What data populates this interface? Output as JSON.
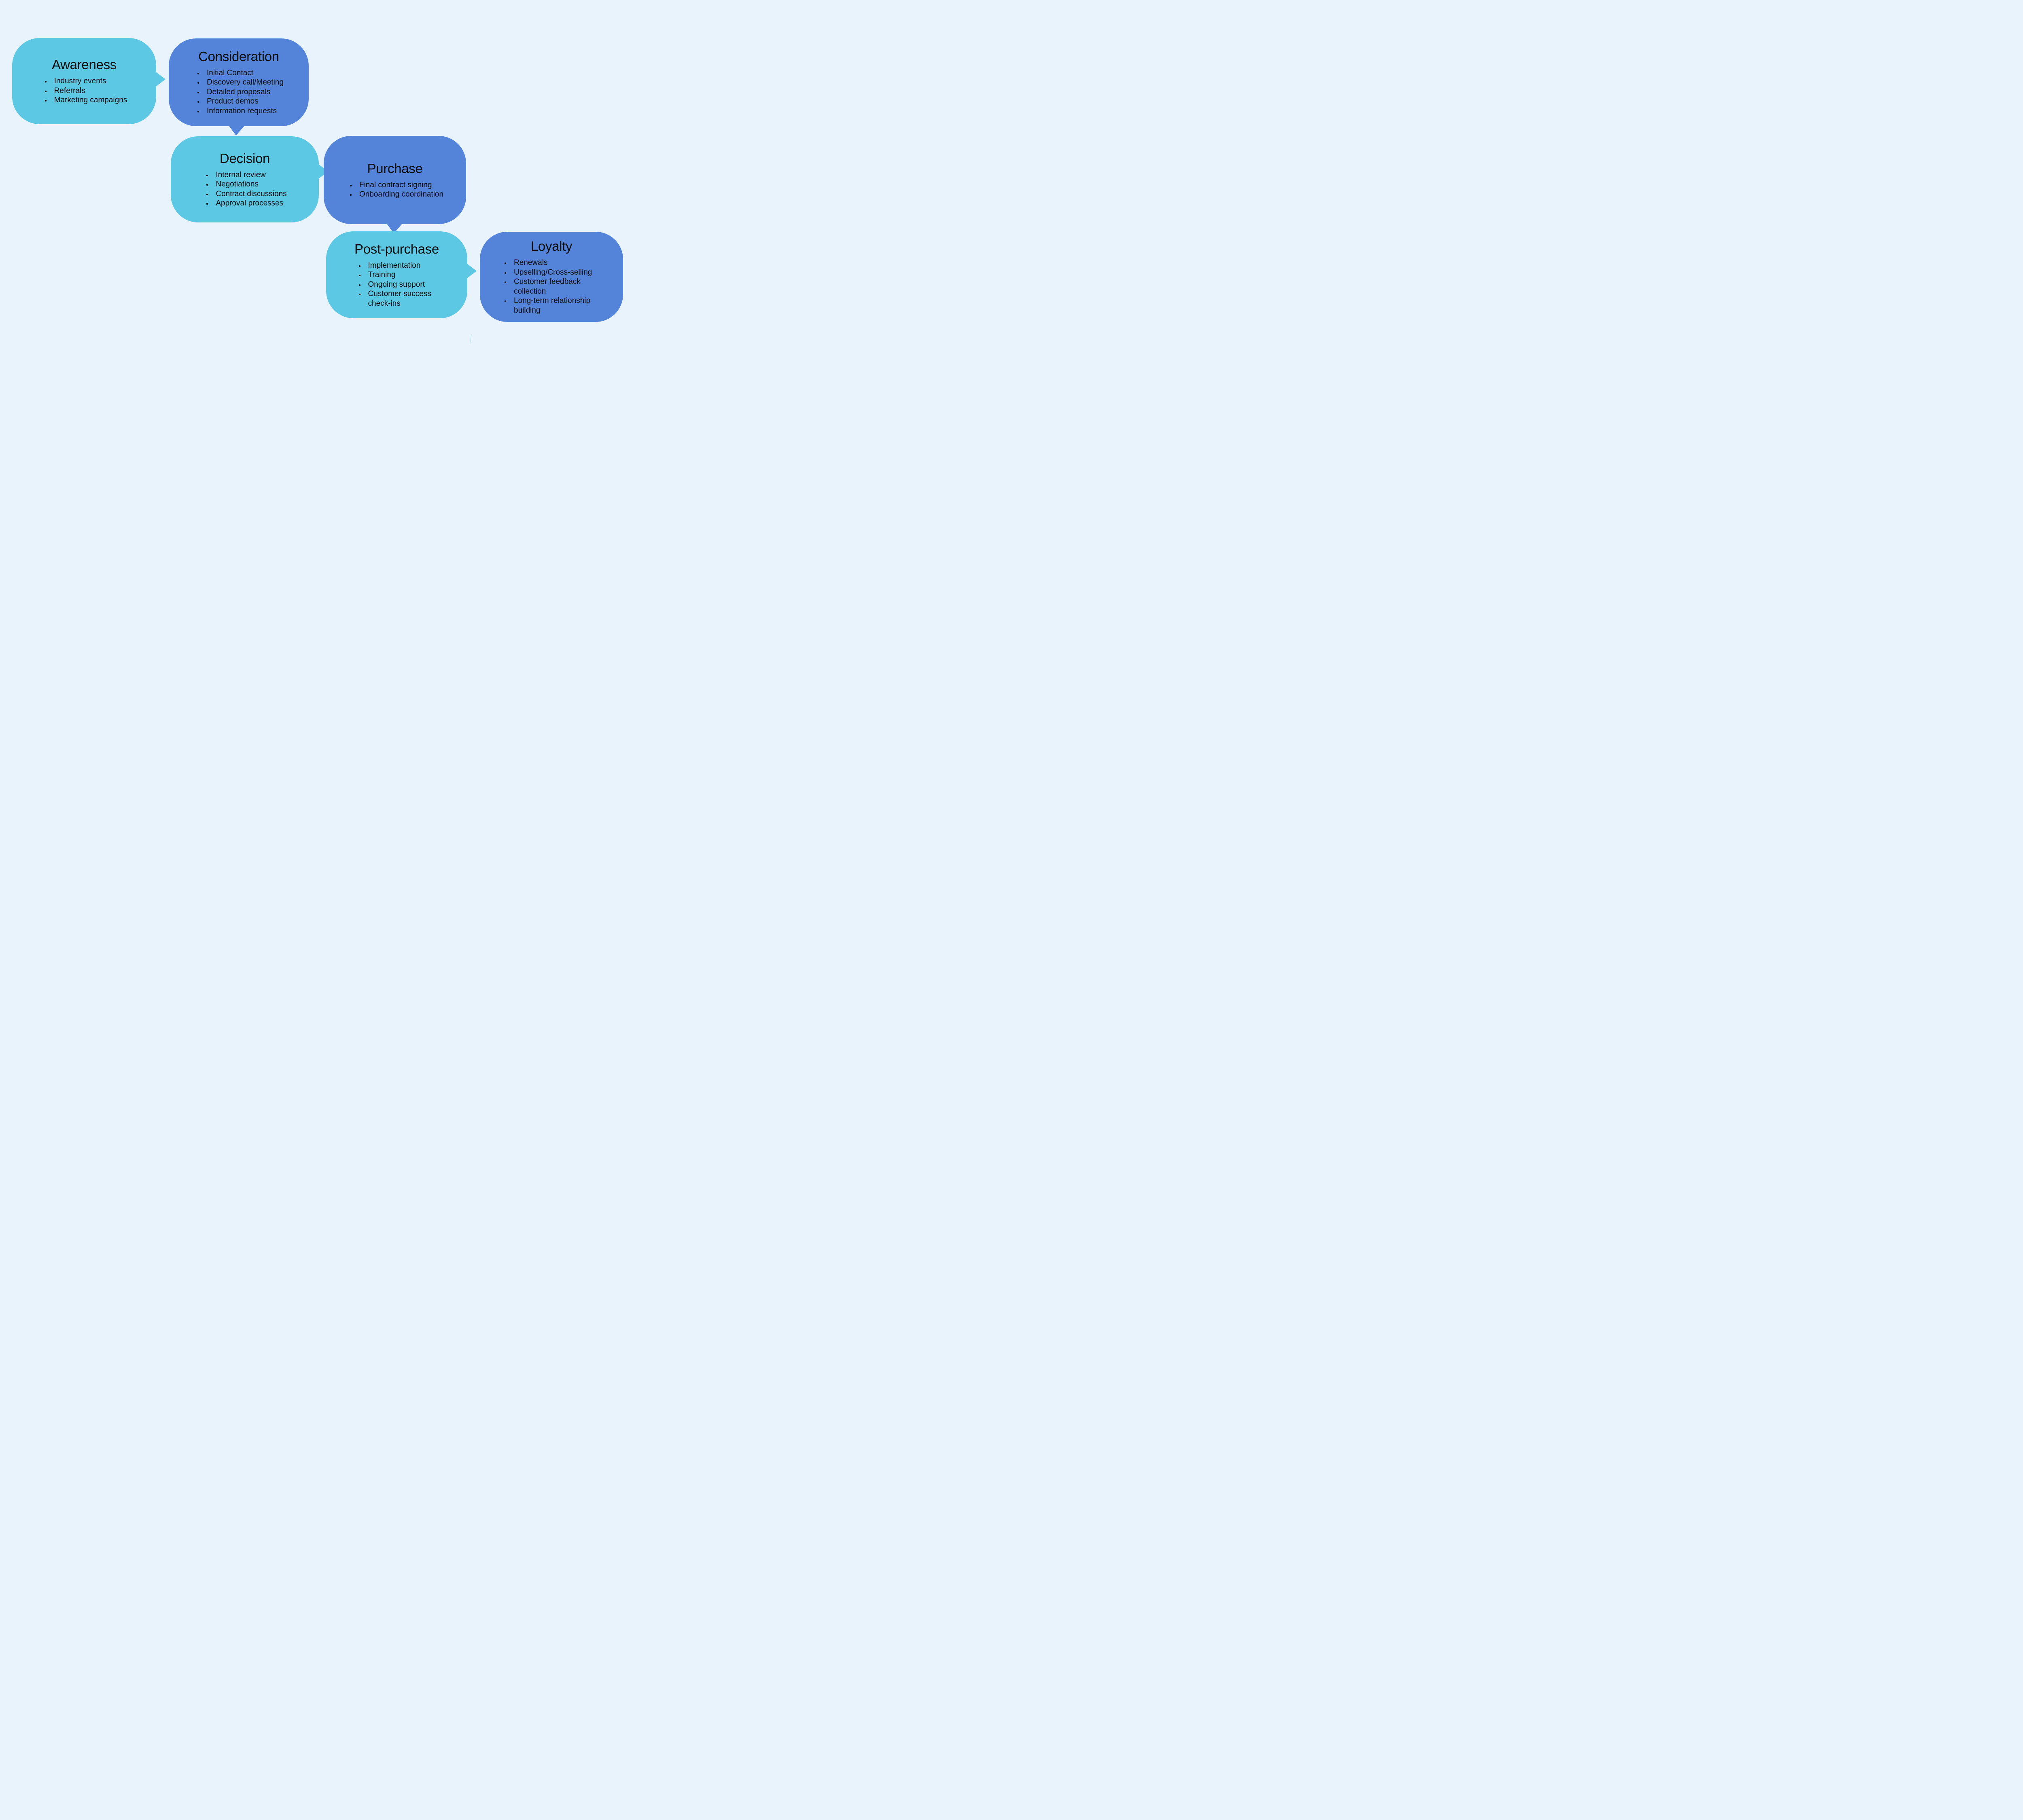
{
  "diagram": {
    "type": "customer-journey-flowchart",
    "colors": {
      "background": "#E9F3FC",
      "teal": "#5CC8E3",
      "blue": "#5484D9",
      "text": "#0D0D0E"
    },
    "stages": [
      {
        "title": "Awareness",
        "color_role": "teal",
        "tail": "right",
        "bullets": [
          "Industry events",
          "Referrals",
          "Marketing campaigns"
        ]
      },
      {
        "title": "Consideration",
        "color_role": "blue",
        "tail": "down",
        "bullets": [
          "Initial Contact",
          "Discovery call/Meeting",
          "Detailed proposals",
          "Product demos",
          "Information requests"
        ]
      },
      {
        "title": "Decision",
        "color_role": "teal",
        "tail": "right",
        "bullets": [
          "Internal review",
          "Negotiations",
          "Contract discussions",
          "Approval processes"
        ]
      },
      {
        "title": "Purchase",
        "color_role": "blue",
        "tail": "down",
        "bullets": [
          "Final contract signing",
          "Onboarding coordination"
        ]
      },
      {
        "title": "Post-purchase",
        "color_role": "teal",
        "tail": "right",
        "bullets": [
          "Implementation",
          "Training",
          "Ongoing support",
          "Customer success check-ins"
        ]
      },
      {
        "title": "Loyalty",
        "color_role": "blue",
        "tail": "none",
        "bullets": [
          "Renewals",
          "Upselling/Cross-selling",
          "Customer feedback collection",
          "Long-term relationship building"
        ]
      }
    ]
  }
}
